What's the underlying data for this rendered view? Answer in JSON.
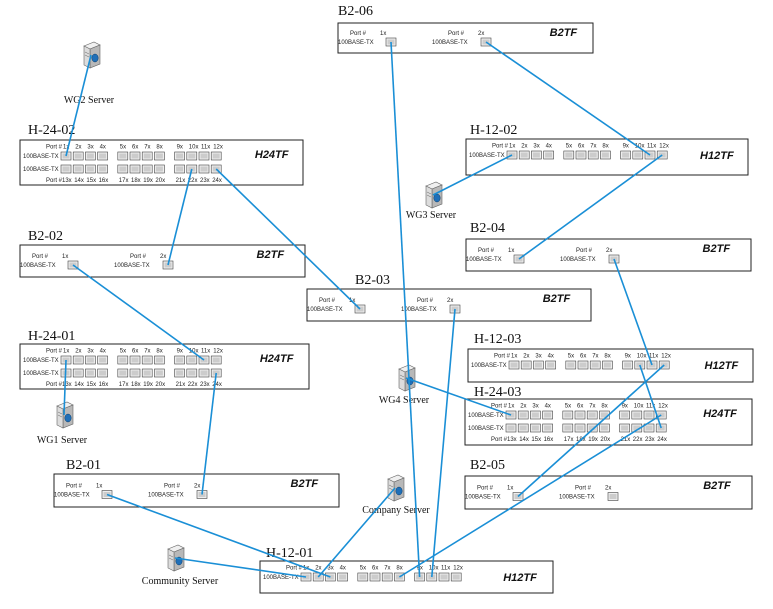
{
  "switches": [
    {
      "id": "b2-06",
      "title": "B2-06",
      "model": "B2TF",
      "kind": "b2"
    },
    {
      "id": "h-24-02",
      "title": "H-24-02",
      "model": "H24TF",
      "kind": "h24"
    },
    {
      "id": "h-12-02",
      "title": "H-12-02",
      "model": "H12TF",
      "kind": "h12"
    },
    {
      "id": "b2-02",
      "title": "B2-02",
      "model": "B2TF",
      "kind": "b2"
    },
    {
      "id": "b2-04",
      "title": "B2-04",
      "model": "B2TF",
      "kind": "b2"
    },
    {
      "id": "b2-03",
      "title": "B2-03",
      "model": "B2TF",
      "kind": "b2"
    },
    {
      "id": "h-24-01",
      "title": "H-24-01",
      "model": "H24TF",
      "kind": "h24"
    },
    {
      "id": "h-12-03",
      "title": "H-12-03",
      "model": "H12TF",
      "kind": "h12"
    },
    {
      "id": "h-24-03",
      "title": "H-24-03",
      "model": "H24TF",
      "kind": "h24"
    },
    {
      "id": "b2-01",
      "title": "B2-01",
      "model": "B2TF",
      "kind": "b2"
    },
    {
      "id": "b2-05",
      "title": "B2-05",
      "model": "B2TF",
      "kind": "b2"
    },
    {
      "id": "h-12-01",
      "title": "H-12-01",
      "model": "H12TF",
      "kind": "h12"
    }
  ],
  "servers": [
    {
      "id": "wg2",
      "label": "WG2 Server"
    },
    {
      "id": "wg3",
      "label": "WG3 Server"
    },
    {
      "id": "wg4",
      "label": "WG4 Server"
    },
    {
      "id": "wg1",
      "label": "WG1 Server"
    },
    {
      "id": "company",
      "label": "Company Server"
    },
    {
      "id": "community",
      "label": "Community Server"
    }
  ],
  "labels": {
    "port_hash": "Port #",
    "media": "100BASE-TX",
    "b2_ports": [
      "1x",
      "2x"
    ],
    "top_ports": [
      "1x",
      "2x",
      "3x",
      "4x",
      "5x",
      "6x",
      "7x",
      "8x",
      "9x",
      "10x",
      "11x",
      "12x"
    ],
    "bottom_ports": [
      "13x",
      "14x",
      "15x",
      "16x",
      "17x",
      "18x",
      "19x",
      "20x",
      "21x",
      "22x",
      "23x",
      "24x"
    ]
  },
  "colors": {
    "link": "#1a8fd6",
    "border": "#222222"
  }
}
